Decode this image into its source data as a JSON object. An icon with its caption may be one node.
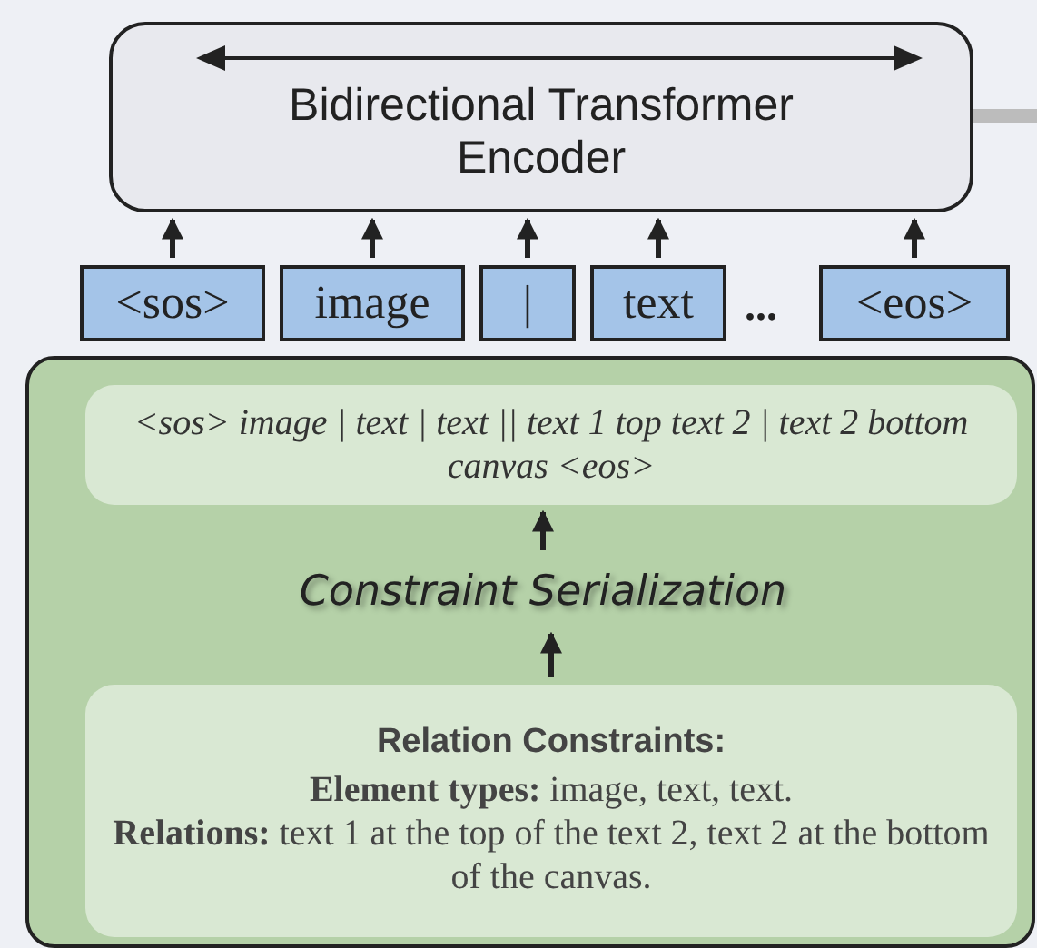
{
  "diagram": {
    "nodes": [
      {
        "text": [
          "Bidirectional Transformer Encoder"
        ]
      },
      {
        "text": [
          "<sos>"
        ]
      },
      {
        "text": [
          "image"
        ]
      },
      {
        "text": [
          "|"
        ]
      },
      {
        "text": [
          "text"
        ]
      },
      {
        "text": [
          "<eos>"
        ]
      },
      {
        "text": [],
        "shape": "box"
      },
      {
        "text": [
          "<sos> image | text | text || text 1 top text 2 | text 2 bottom canvas <eos>"
        ],
        "in": 6
      },
      {
        "text": [
          "Constraint Serialization"
        ],
        "in": 6
      },
      {
        "text": [
          "Relation Constraints:",
          "**Element types:** image, text, text.",
          "**Relations:** text 1 at the top of the text 2, text 2 at the bottom of the canvas."
        ],
        "in": 6
      }
    ],
    "edges": [
      {
        "from": 1,
        "to": 0,
        "arrow": "to"
      },
      {
        "from": 2,
        "to": 0,
        "arrow": "to"
      },
      {
        "from": 3,
        "to": 0,
        "arrow": "to"
      },
      {
        "from": 4,
        "to": 0,
        "arrow": "to"
      },
      {
        "from": 5,
        "to": 0,
        "arrow": "to"
      },
      {
        "from": 9,
        "to": 8,
        "arrow": "to"
      },
      {
        "from": 8,
        "to": 7,
        "arrow": "to"
      },
      {
        "from": 0,
        "to": null,
        "arrow": "none",
        "style": "thick",
        "color": "#bcbcbc"
      }
    ],
    "labels": [
      "..."
    ]
  }
}
